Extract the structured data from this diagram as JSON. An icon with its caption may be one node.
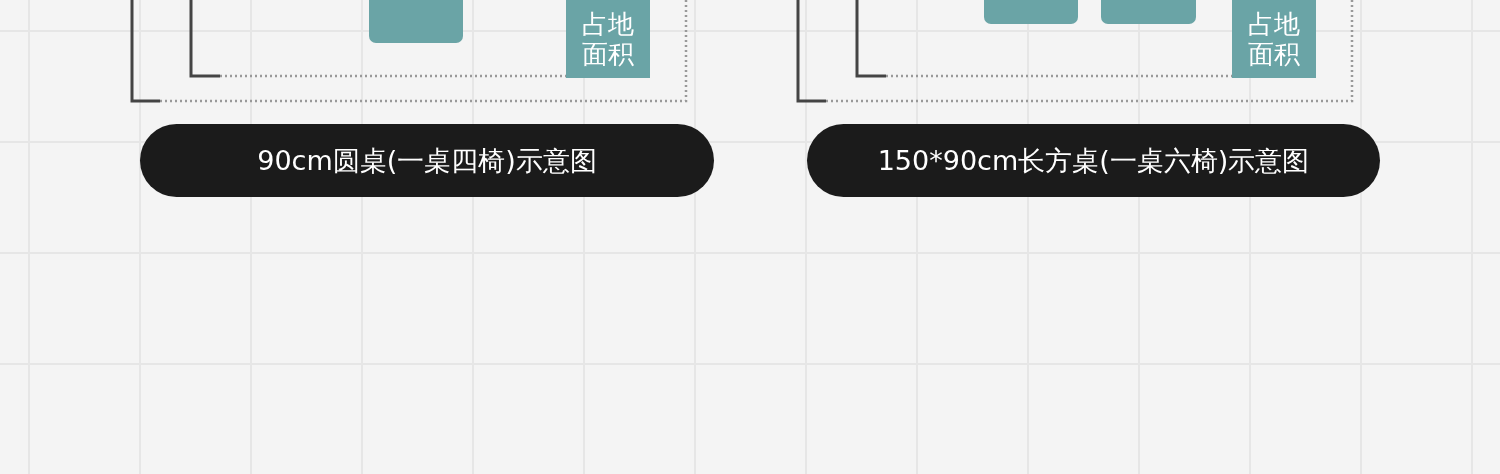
{
  "diagram": {
    "nodes": [
      {
        "text": [],
        "shape": "box"
      },
      {
        "text": [
          "占地面积"
        ]
      },
      {
        "text": [
          "90cm圆桌(一桌四椅)示意图"
        ]
      },
      {
        "text": [],
        "shape": "box"
      },
      {
        "text": [],
        "shape": "box"
      },
      {
        "text": [
          "占地面积"
        ]
      },
      {
        "text": [
          "150*90cm长方桌(一桌六椅)示意图"
        ]
      }
    ]
  }
}
